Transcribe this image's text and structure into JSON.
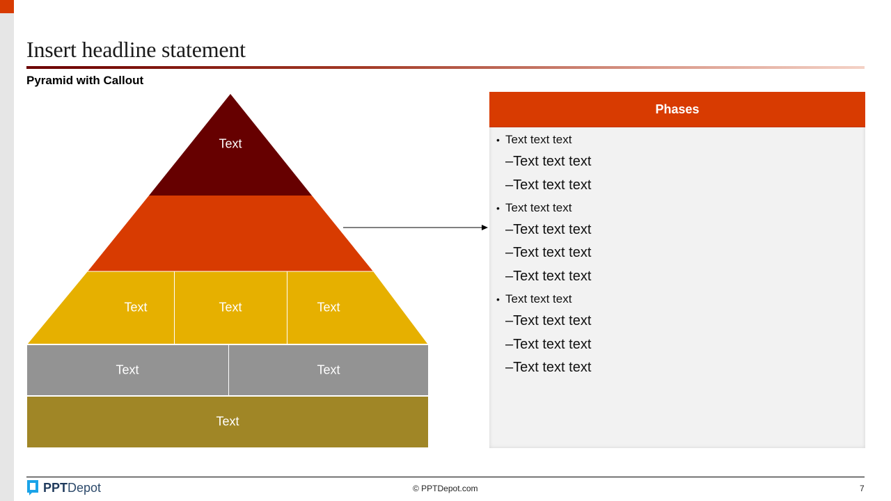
{
  "slide": {
    "headline": "Insert headline statement",
    "subtitle": "Pyramid with Callout",
    "colors": {
      "accent": "#d83b01",
      "tier1": "#660000",
      "tier2": "#d83b01",
      "tier3": "#e6b000",
      "tier4": "#939393",
      "tier5": "#a08626",
      "panel_bg": "#f2f2f2"
    }
  },
  "pyramid": {
    "tier1": {
      "label": "Text"
    },
    "tier2": {
      "label": ""
    },
    "tier3": [
      {
        "label": "Text"
      },
      {
        "label": "Text"
      },
      {
        "label": "Text"
      }
    ],
    "tier4": [
      {
        "label": "Text"
      },
      {
        "label": "Text"
      }
    ],
    "tier5": {
      "label": "Text"
    }
  },
  "callout": {
    "header": "Phases",
    "items": [
      {
        "level": 1,
        "bullet": "•",
        "text": "Text text text"
      },
      {
        "level": 2,
        "bullet": "–",
        "text": "Text text text"
      },
      {
        "level": 2,
        "bullet": "–",
        "text": "Text text text"
      },
      {
        "level": 1,
        "bullet": "•",
        "text": "Text text text"
      },
      {
        "level": 2,
        "bullet": "–",
        "text": "Text text text"
      },
      {
        "level": 2,
        "bullet": "–",
        "text": "Text text text"
      },
      {
        "level": 2,
        "bullet": "–",
        "text": "Text text text"
      },
      {
        "level": 1,
        "bullet": "•",
        "text": "Text text text"
      },
      {
        "level": 2,
        "bullet": "–",
        "text": "Text text text"
      },
      {
        "level": 2,
        "bullet": "–",
        "text": "Text text text"
      },
      {
        "level": 2,
        "bullet": "–",
        "text": "Text text text"
      }
    ]
  },
  "footer": {
    "logo_bold": "PPT",
    "logo_regular": "Depot",
    "copyright": "© PPTDepot.com",
    "page_number": "7"
  }
}
